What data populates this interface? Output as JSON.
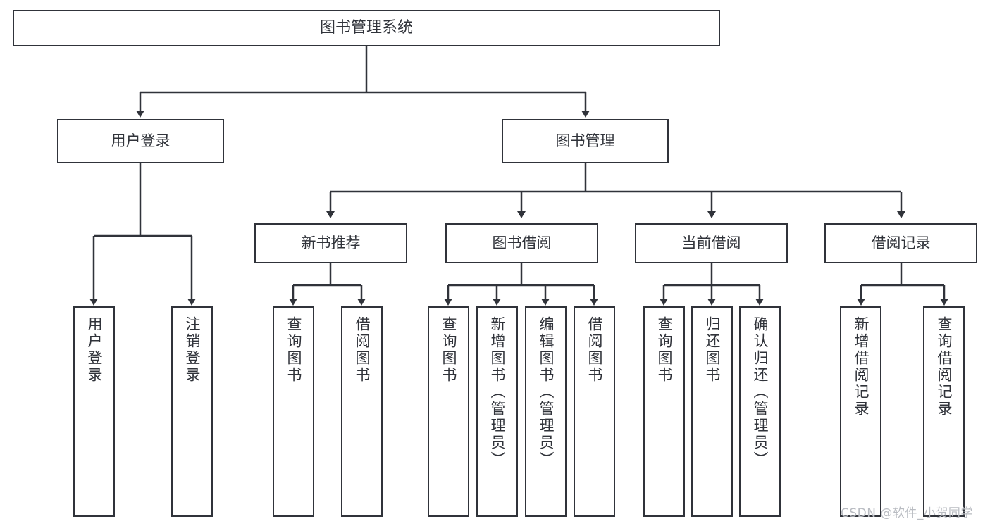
{
  "diagram": {
    "type": "tree",
    "title": "图书管理系统",
    "watermark": "CSDN @软件_小贺同学",
    "colors": {
      "stroke": "#30333a",
      "fill": "#ffffff",
      "background": "#ffffff",
      "watermark": "#b9bcc2"
    },
    "levels": {
      "root": {
        "label": "图书管理系统"
      },
      "level2": [
        {
          "label": "用户登录"
        },
        {
          "label": "图书管理"
        }
      ],
      "level3": [
        {
          "label": "新书推荐"
        },
        {
          "label": "图书借阅"
        },
        {
          "label": "当前借阅"
        },
        {
          "label": "借阅记录"
        }
      ],
      "leaves_user_login": [
        {
          "label": "用户登录"
        },
        {
          "label": "注销登录"
        }
      ],
      "leaves_new_book": [
        {
          "label": "查询图书"
        },
        {
          "label": "借阅图书"
        }
      ],
      "leaves_borrow": [
        {
          "label": "查询图书"
        },
        {
          "label": "新增图书（管理员）"
        },
        {
          "label": "编辑图书（管理员）"
        },
        {
          "label": "借阅图书"
        }
      ],
      "leaves_current": [
        {
          "label": "查询图书"
        },
        {
          "label": "归还图书"
        },
        {
          "label": "确认归还（管理员）"
        }
      ],
      "leaves_record": [
        {
          "label": "新增借阅记录"
        },
        {
          "label": "查询借阅记录"
        }
      ]
    }
  }
}
